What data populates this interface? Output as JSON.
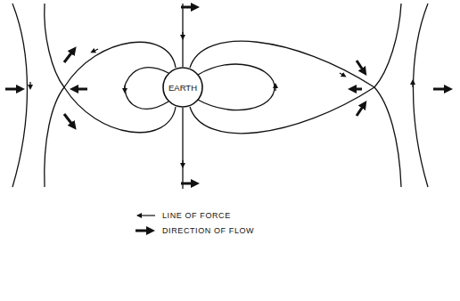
{
  "diagram": {
    "nodes": [
      {
        "text": [
          "EARTH"
        ]
      }
    ],
    "legend": [
      {
        "text": "LINE OF FORCE"
      },
      {
        "text": "DIRECTION OF FLOW"
      }
    ]
  }
}
